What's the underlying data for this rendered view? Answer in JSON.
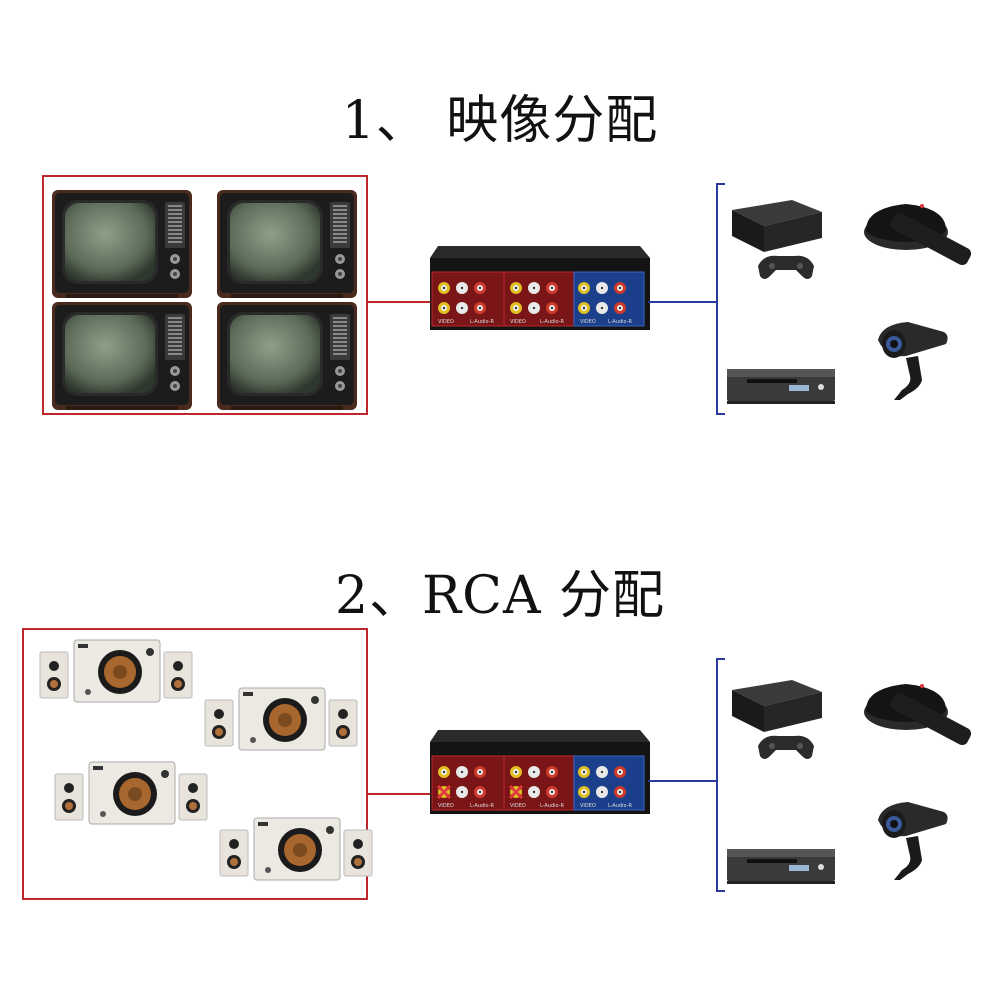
{
  "sections": [
    {
      "title": "1、 映像分配",
      "outputs": [
        "tv-icon",
        "tv-icon",
        "tv-icon",
        "tv-icon"
      ],
      "switch_labels": [
        "VIDEO",
        "L-Audio-R",
        "VIDEO",
        "L-Audio-R",
        "VIDEO",
        "L-Audio-R"
      ],
      "sources": [
        "game-console-icon",
        "tv-box-icon",
        "dvd-player-icon",
        "security-camera-icon"
      ]
    },
    {
      "title": "2、RCA 分配",
      "outputs": [
        "speaker-set-icon",
        "speaker-set-icon",
        "speaker-set-icon",
        "speaker-set-icon"
      ],
      "switch_labels": [
        "VIDEO",
        "L-Audio-R",
        "VIDEO",
        "L-Audio-R",
        "VIDEO",
        "L-Audio-R"
      ],
      "sources": [
        "game-console-icon",
        "tv-box-icon",
        "dvd-player-icon",
        "security-camera-icon"
      ]
    }
  ],
  "colors": {
    "red": "#c0272d",
    "blue": "#2a3a9c",
    "switch_body": "#1a1a1a"
  }
}
